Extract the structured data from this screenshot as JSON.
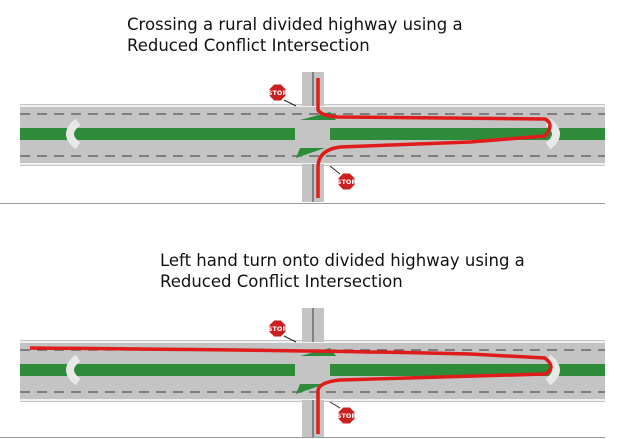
{
  "scenarios": [
    {
      "caption_line1": "Crossing a rural divided highway using a",
      "caption_line2": "Reduced Conflict Intersection"
    },
    {
      "caption_line1": "Left hand turn onto divided highway using a",
      "caption_line2": "Reduced Conflict Intersection"
    }
  ],
  "stop_sign_text": "STOP",
  "colors": {
    "road": "#c4c4c4",
    "median": "#2e8b3a",
    "route": "#e01b1b",
    "stop_sign": "#cc1f1f",
    "lane_marking": "#555555",
    "edge_line": "#ffffff"
  }
}
